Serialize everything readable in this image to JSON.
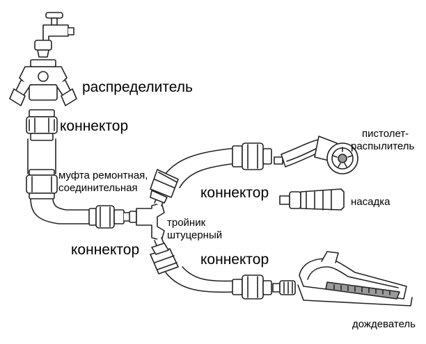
{
  "labels": {
    "distributor": "распределитель",
    "connector_top": "коннектор",
    "coupling_line1": "муфта ремонтная,",
    "coupling_line2": "соединительная",
    "connector_middle": "коннектор",
    "tee_line1": "тройник",
    "tee_line2": "штуцерный",
    "connector_bottom_left": "коннектор",
    "connector_bottom_right": "коннектор",
    "spray_gun_line1": "пистолет-",
    "spray_gun_line2": "распылитель",
    "nozzle": "насадка",
    "sprinkler": "дождеватель"
  },
  "colors": {
    "ink": "#222222",
    "paper": "#ffffff",
    "shade": "#9a9a9a"
  }
}
